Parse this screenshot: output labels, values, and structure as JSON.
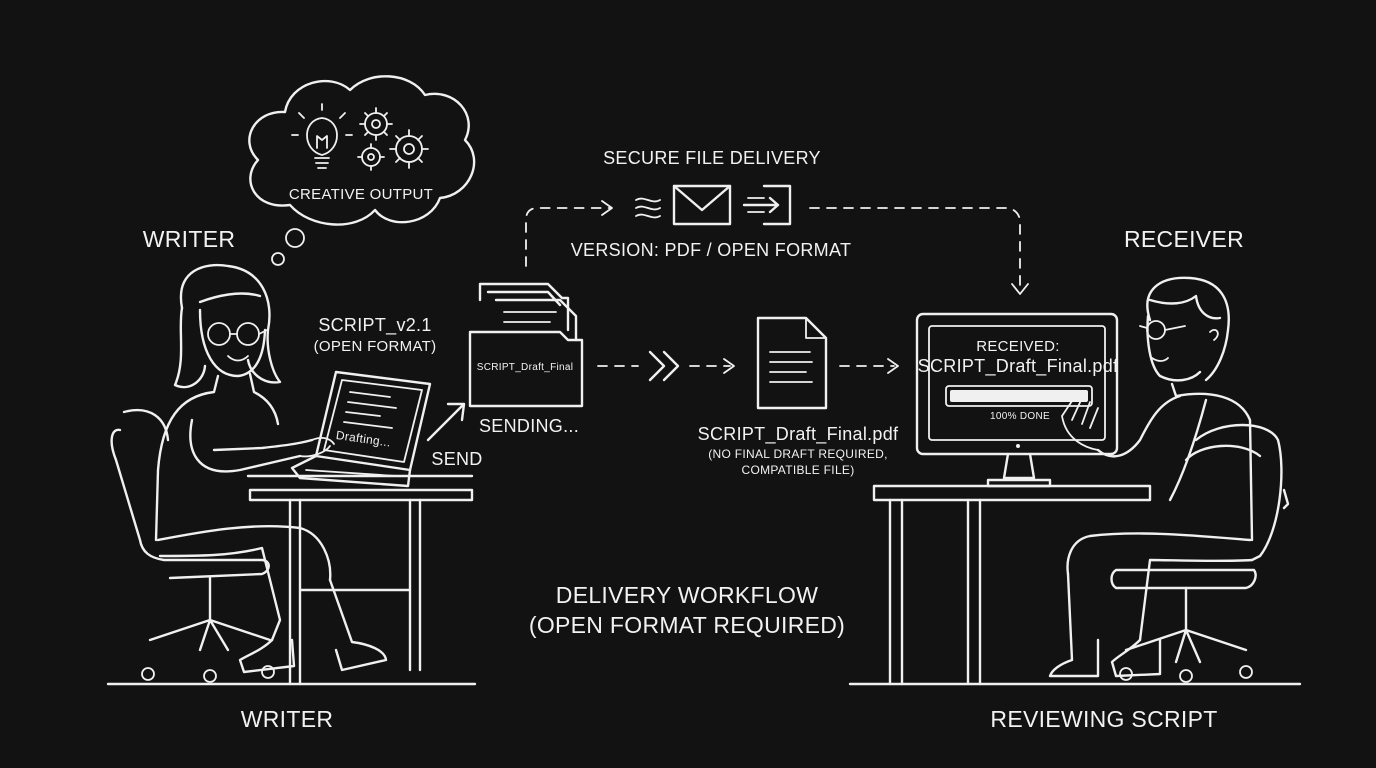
{
  "thought": {
    "label": "CREATIVE OUTPUT"
  },
  "writer": {
    "title": "WRITER",
    "footer": "WRITER",
    "file_name": "SCRIPT_v2.1",
    "file_format": "(OPEN FORMAT)",
    "screen_text": "Drafting...",
    "send_label": "SEND"
  },
  "folder": {
    "label": "SCRIPT_Draft_Final",
    "status": "SENDING..."
  },
  "delivery": {
    "title": "SECURE FILE DELIVERY",
    "version": "VERSION: PDF / OPEN FORMAT"
  },
  "document": {
    "name": "SCRIPT_Draft_Final.pdf",
    "note_line1": "(NO FINAL DRAFT REQUIRED,",
    "note_line2": "COMPATIBLE FILE)"
  },
  "workflow": {
    "line1": "DELIVERY WORKFLOW",
    "line2": "(OPEN FORMAT REQUIRED)"
  },
  "receiver": {
    "title": "RECEIVER",
    "footer": "REVIEWING SCRIPT",
    "received_label": "RECEIVED:",
    "received_file": "SCRIPT_Draft_Final.pdf",
    "progress_label": "100% DONE",
    "progress": 1.0
  },
  "icons": [
    "lightbulb-icon",
    "gears-icon",
    "envelope-icon",
    "transfer-icon",
    "document-icon",
    "folder-icon",
    "chevrons-icon"
  ],
  "colors": {
    "background": "#121212",
    "line": "#f0f0f0"
  }
}
